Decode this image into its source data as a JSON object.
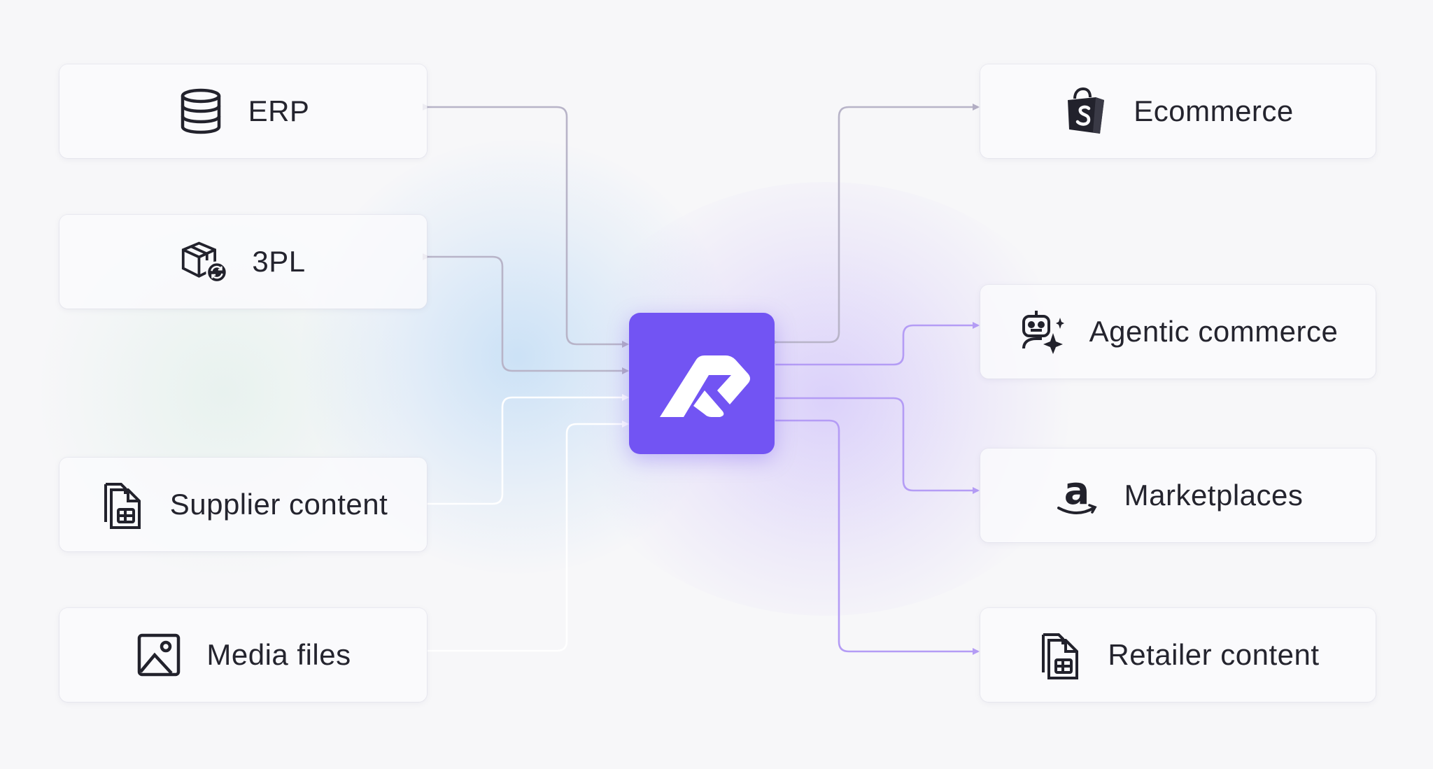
{
  "hub": {
    "logo_icon": "brand-logo-icon",
    "color": "#7254f3"
  },
  "sources": [
    {
      "label": "ERP",
      "icon": "database-icon"
    },
    {
      "label": "3PL",
      "icon": "package-sync-icon"
    },
    {
      "label": "Supplier content",
      "icon": "documents-icon"
    },
    {
      "label": "Media files",
      "icon": "image-icon"
    }
  ],
  "destinations": [
    {
      "label": "Ecommerce",
      "icon": "shopify-bag-icon"
    },
    {
      "label": "Agentic commerce",
      "icon": "ai-robot-icon"
    },
    {
      "label": "Marketplaces",
      "icon": "amazon-logo-icon"
    },
    {
      "label": "Retailer content",
      "icon": "documents-icon"
    }
  ],
  "colors": {
    "connector_gray": "#b8b4c8",
    "connector_white": "#ffffff",
    "connector_purple": "#b49cf5"
  }
}
